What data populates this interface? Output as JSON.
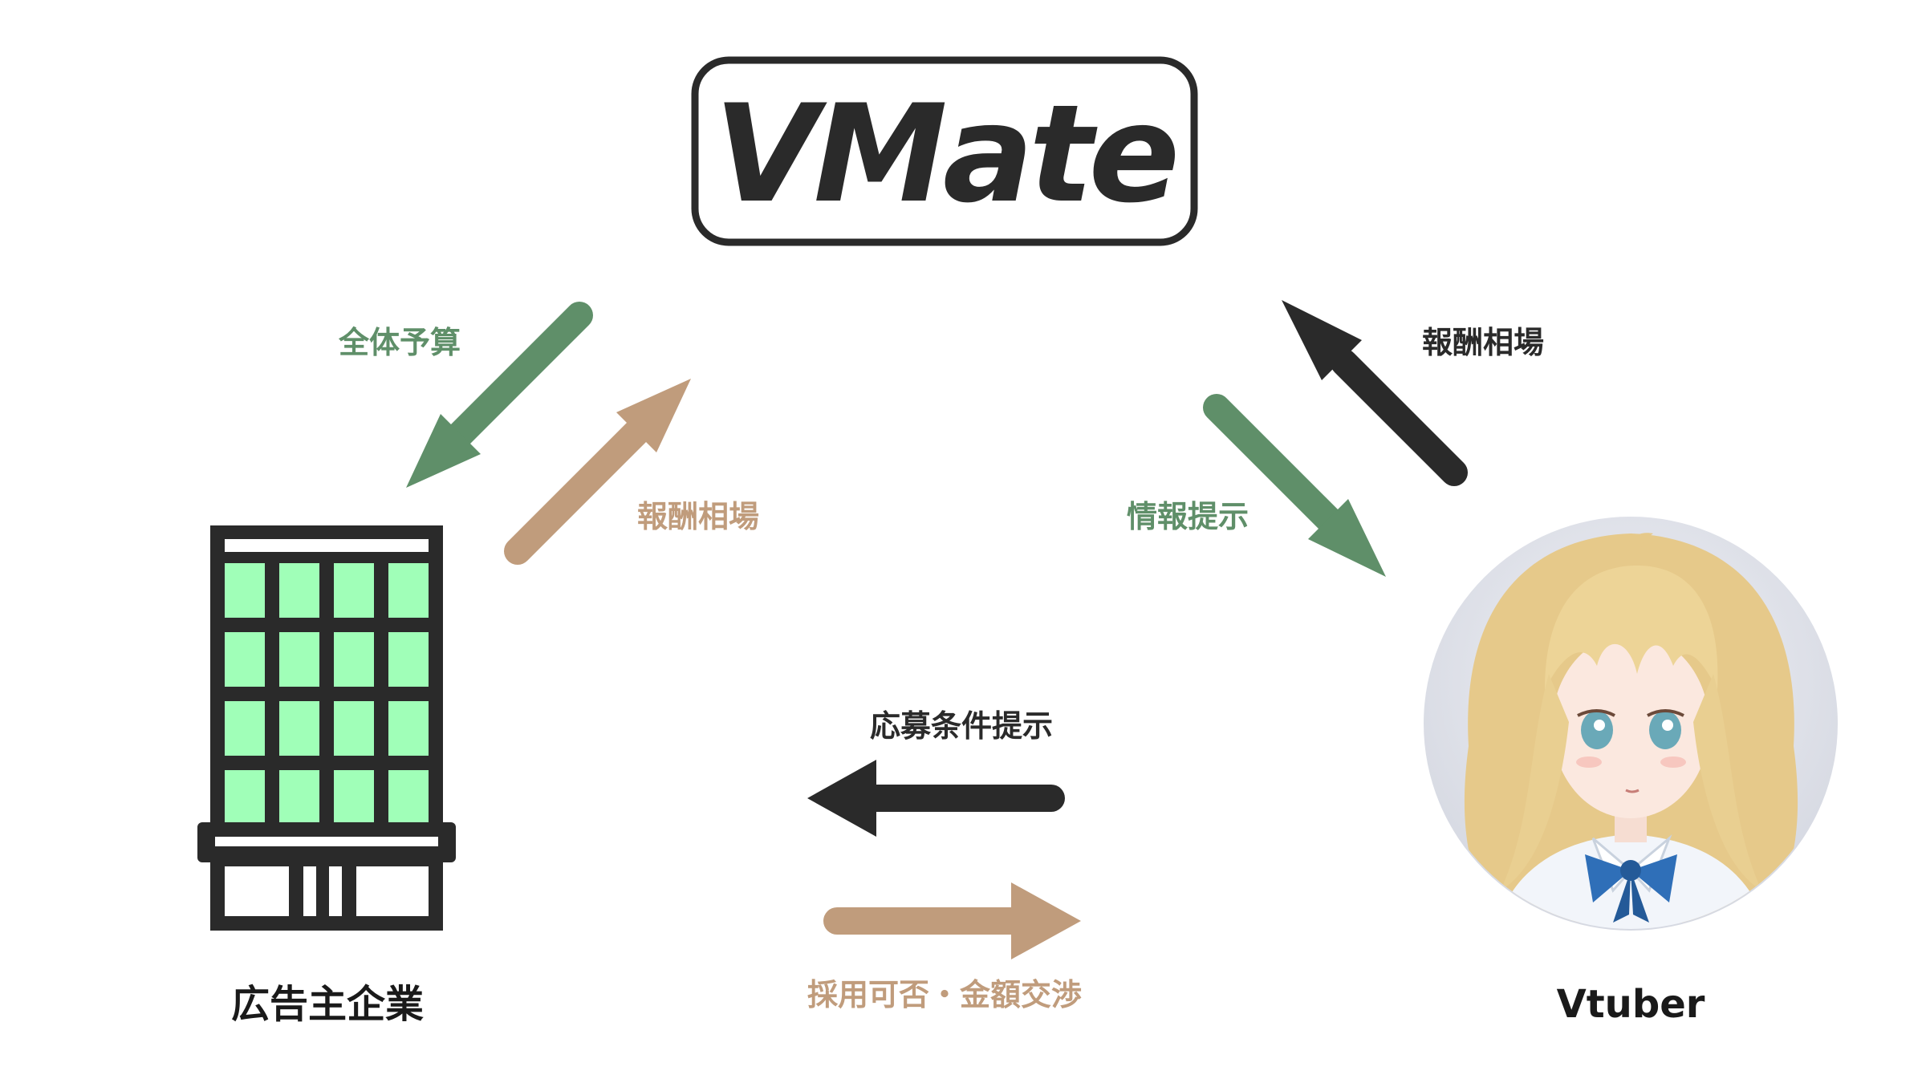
{
  "colors": {
    "green": "#5f8f69",
    "tan": "#c09c7c",
    "dark": "#2a2a2a",
    "window": "#a0ffb8"
  },
  "logo": {
    "text": "VMate"
  },
  "icons": {
    "building": "office-building-icon",
    "avatar": "vtuber-avatar-icon"
  },
  "nodes": {
    "advertiser": "広告主企業",
    "vtuber": "Vtuber"
  },
  "edges": {
    "vmate_to_advertiser": "全体予算",
    "advertiser_to_vmate": "報酬相場",
    "vtuber_to_vmate": "報酬相場",
    "vmate_to_vtuber": "情報提示",
    "vtuber_to_advertiser": "応募条件提示",
    "advertiser_to_vtuber": "採用可否・金額交渉"
  }
}
